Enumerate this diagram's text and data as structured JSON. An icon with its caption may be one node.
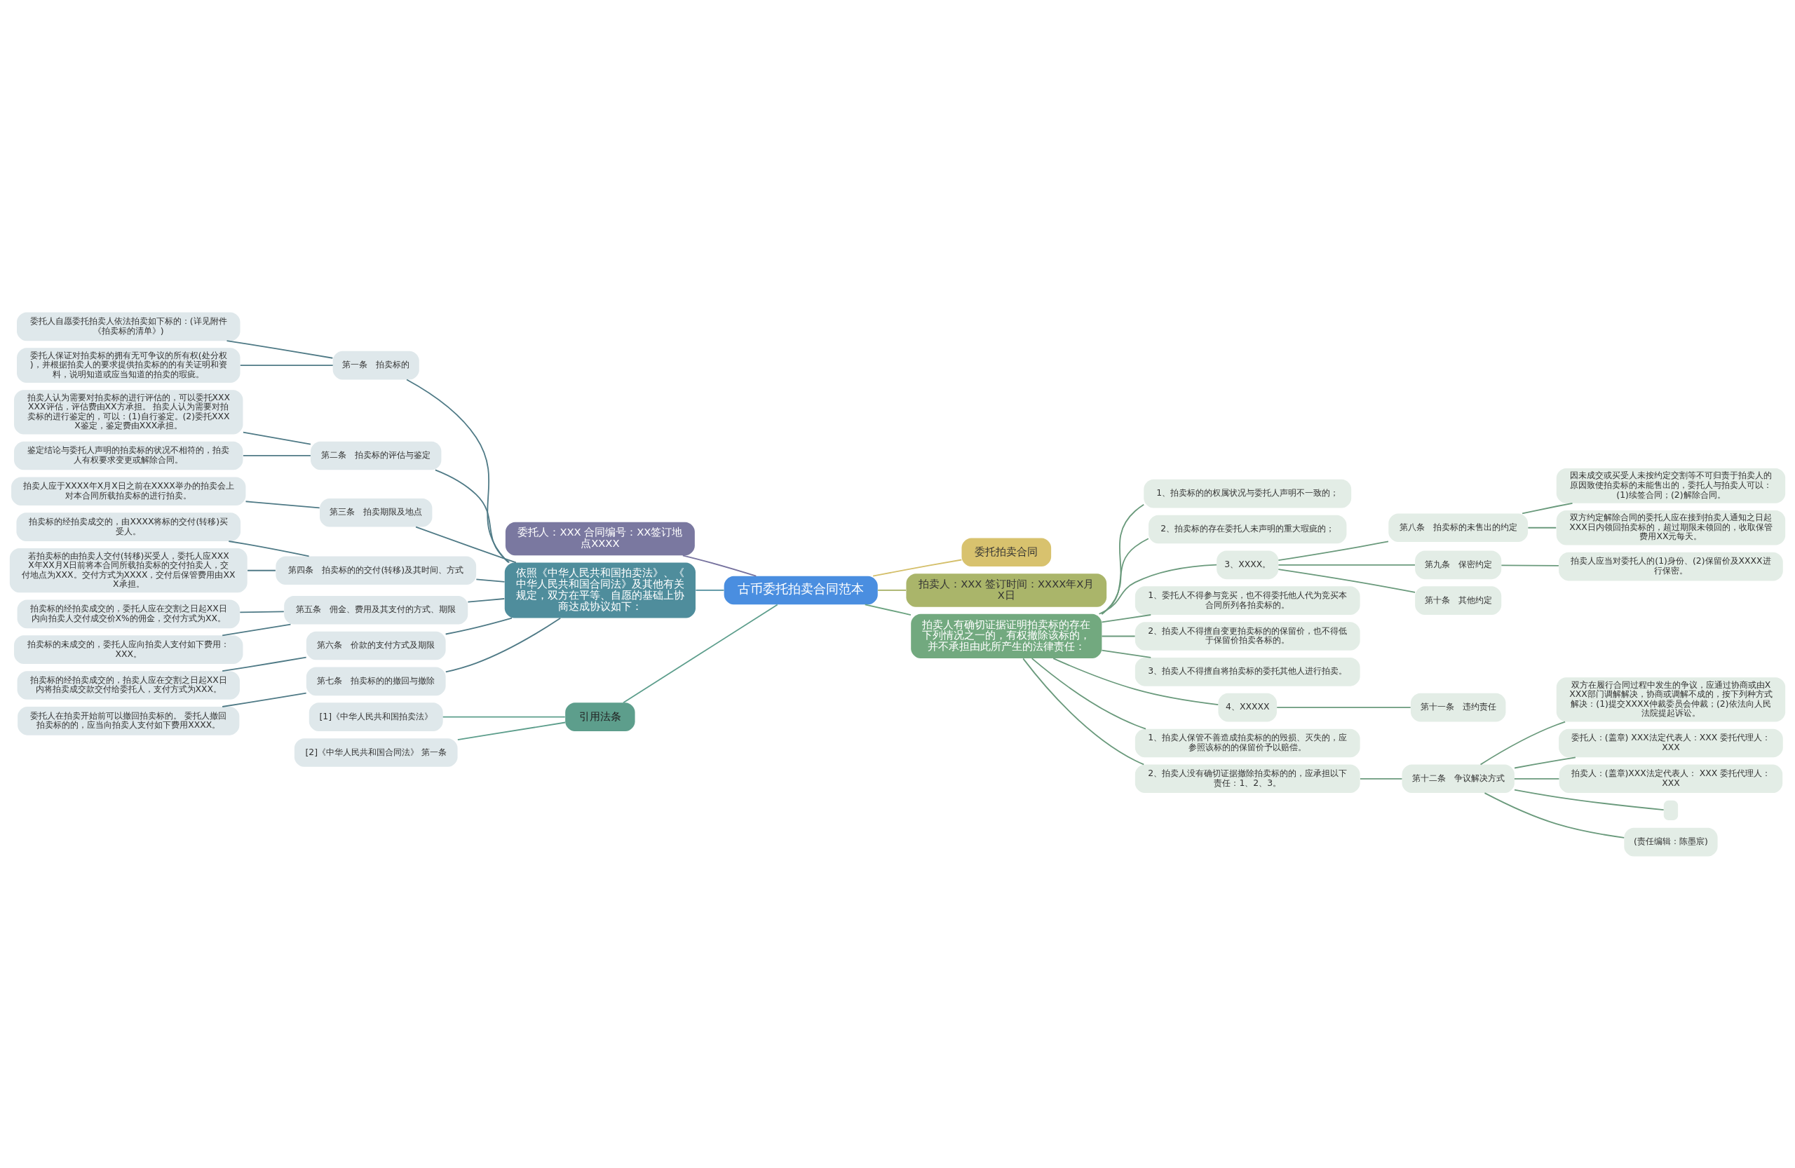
{
  "diagram": {
    "nodes": [
      {
        "text": [
          "古币委托拍卖合同范本"
        ]
      },
      {
        "text": [
          "委托人：XXX 合同编号：XX签订地点XXXX"
        ]
      },
      {
        "text": [
          "依照《中华人民共和国拍卖法》、《中华人民共和国合同法》及其他有关规定，双方在平等、自愿的基础上协商达成协议如下："
        ]
      },
      {
        "text": [
          "第一条　拍卖标的"
        ]
      },
      {
        "text": [
          "委托人自愿委托拍卖人依法拍卖如下标的：(详见附件《拍卖标的清单》)"
        ]
      },
      {
        "text": [
          "委托人保证对拍卖标的拥有无可争议的所有权(处分权)，并根据拍卖人的要求提供拍卖标的的有关证明和资料，说明知道或应当知道的拍卖的瑕疵。"
        ]
      },
      {
        "text": [
          "第二条　拍卖标的评估与鉴定"
        ]
      },
      {
        "text": [
          "拍卖人认为需要对拍卖标的进行评估的，可以委托XXXXXX评估，评估费由XX方承担。 拍卖人认为需要对拍卖标的进行鉴定的，可以：(1)自行鉴定。(2)委托XXXX鉴定，鉴定费由XXX承担。"
        ]
      },
      {
        "text": [
          "鉴定结论与委托人声明的拍卖标的状况不相符的，拍卖人有权要求变更或解除合同。"
        ]
      },
      {
        "text": [
          "第三条　拍卖期限及地点"
        ]
      },
      {
        "text": [
          "拍卖人应于XXXX年X月X日之前在XXXX举办的拍卖会上对本合同所载拍卖标的进行拍卖。"
        ]
      },
      {
        "text": [
          "第四条　拍卖标的的交付(转移)及其时间、方式"
        ]
      },
      {
        "text": [
          "拍卖标的经拍卖成交的，由XXXX将标的交付(转移)买受人。"
        ]
      },
      {
        "text": [
          "若拍卖标的由拍卖人交付(转移)买受人，委托人应XXXX年XX月X日前将本合同所载拍卖标的交付拍卖人，交付地点为XXX。交付方式为XXXX，交付后保管费用由XXX承担。"
        ]
      },
      {
        "text": [
          "第五条　佣金、费用及其支付的方式、期限"
        ]
      },
      {
        "text": [
          "拍卖标的经拍卖成交的，委托人应在交割之日起XX日内向拍卖人交付成交价X%的佣金，交付方式为XX。"
        ]
      },
      {
        "text": [
          "拍卖标的未成交的，委托人应向拍卖人支付如下费用：XXX。"
        ]
      },
      {
        "text": [
          "第六条　价款的支付方式及期限"
        ]
      },
      {
        "text": [
          "拍卖标的经拍卖成交的，拍卖人应在交割之日起XX日内将拍卖成交款交付给委托人，支付方式为XXX。"
        ]
      },
      {
        "text": [
          "第七条　拍卖标的的撤回与撤除"
        ]
      },
      {
        "text": [
          "委托人在拍卖开始前可以撤回拍卖标的。 委托人撤回拍卖标的的，应当向拍卖人支付如下费用XXXX。"
        ]
      },
      {
        "text": [
          "引用法条"
        ]
      },
      {
        "text": [
          "[1]《中华人民共和国拍卖法》"
        ]
      },
      {
        "text": [
          "[2]《中华人民共和国合同法》 第一条"
        ]
      },
      {
        "text": [
          "委托拍卖合同"
        ]
      },
      {
        "text": [
          "拍卖人：XXX 签订时间：XXXX年X月X日"
        ]
      },
      {
        "text": [
          "拍卖人有确切证据证明拍卖标的存在下列情况之一的，有权撤除该标的，并不承担由此所产生的法律责任："
        ]
      },
      {
        "text": [
          "1、拍卖标的的权属状况与委托人声明不一致的；"
        ]
      },
      {
        "text": [
          "2、拍卖标的存在委托人未声明的重大瑕疵的；"
        ]
      },
      {
        "text": [
          "3、XXXX。"
        ]
      },
      {
        "text": [
          "第八条　拍卖标的未售出的约定"
        ]
      },
      {
        "text": [
          "因未成交或买受人未按约定交割等不可归责于拍卖人的原因致使拍卖标的未能售出的，委托人与拍卖人可以：(1)续签合同；(2)解除合同。"
        ]
      },
      {
        "text": [
          "双方约定解除合同的委托人应在接到拍卖人通知之日起XXX日内领回拍卖标的，超过期限未领回的，收取保管费用XX元每天。"
        ]
      },
      {
        "text": [
          "第九条　保密约定"
        ]
      },
      {
        "text": [
          "拍卖人应当对委托人的(1)身份、(2)保留价及XXXX进行保密。"
        ]
      },
      {
        "text": [
          "第十条　其他约定"
        ]
      },
      {
        "text": [
          "1、委托人不得参与竞买，也不得委托他人代为竞买本合同所列各拍卖标的。"
        ]
      },
      {
        "text": [
          "2、拍卖人不得擅自变更拍卖标的的保留价，也不得低于保留价拍卖各标的。"
        ]
      },
      {
        "text": [
          "3、拍卖人不得擅自将拍卖标的委托其他人进行拍卖。"
        ]
      },
      {
        "text": [
          "4、XXXXX"
        ]
      },
      {
        "text": [
          "第十一条　违约责任"
        ]
      },
      {
        "text": [
          "1、拍卖人保管不善造成拍卖标的的毁损、灭失的，应参照该标的的保留价予以赔偿。"
        ]
      },
      {
        "text": [
          "2、拍卖人没有确切证据撤除拍卖标的的，应承担以下责任：1、2、3。"
        ]
      },
      {
        "text": [
          "第十二条　争议解决方式"
        ]
      },
      {
        "text": [
          "双方在履行合同过程中发生的争议，应通过协商或由XXXX部门调解解决，协商或调解不成的，按下列种方式解决：(1)提交XXXX仲裁委员会仲裁；(2)依法向人民法院提起诉讼。"
        ]
      },
      {
        "text": [
          "委托人：(盖章) XXX法定代表人：XXX 委托代理人：XXX"
        ]
      },
      {
        "text": [
          "拍卖人：(盖章)XXX法定代表人： XXX 委托代理人：XXX"
        ]
      },
      {
        "text": [],
        "shape": "box"
      },
      {
        "text": [
          "(责任编辑：陈墨宸)"
        ]
      }
    ],
    "edges": [
      {
        "from": 0,
        "to": 1,
        "arrow": "none",
        "color": "#77739f"
      },
      {
        "from": 0,
        "to": 2,
        "arrow": "none",
        "color": "#4f8d9c"
      },
      {
        "from": 2,
        "to": 3,
        "arrow": "none",
        "color": "#4f7a86"
      },
      {
        "from": 3,
        "to": 4,
        "arrow": "none",
        "color": "#4f7a86"
      },
      {
        "from": 3,
        "to": 5,
        "arrow": "none",
        "color": "#4f7a86"
      },
      {
        "from": 2,
        "to": 6,
        "arrow": "none",
        "color": "#4f7a86"
      },
      {
        "from": 6,
        "to": 7,
        "arrow": "none",
        "color": "#4f7a86"
      },
      {
        "from": 6,
        "to": 8,
        "arrow": "none",
        "color": "#4f7a86"
      },
      {
        "from": 2,
        "to": 9,
        "arrow": "none",
        "color": "#4f7a86"
      },
      {
        "from": 9,
        "to": 10,
        "arrow": "none",
        "color": "#4f7a86"
      },
      {
        "from": 2,
        "to": 11,
        "arrow": "none",
        "color": "#4f7a86"
      },
      {
        "from": 11,
        "to": 12,
        "arrow": "none",
        "color": "#4f7a86"
      },
      {
        "from": 11,
        "to": 13,
        "arrow": "none",
        "color": "#4f7a86"
      },
      {
        "from": 2,
        "to": 14,
        "arrow": "none",
        "color": "#4f7a86"
      },
      {
        "from": 14,
        "to": 15,
        "arrow": "none",
        "color": "#4f7a86"
      },
      {
        "from": 14,
        "to": 16,
        "arrow": "none",
        "color": "#4f7a86"
      },
      {
        "from": 2,
        "to": 17,
        "arrow": "none",
        "color": "#4f7a86"
      },
      {
        "from": 17,
        "to": 18,
        "arrow": "none",
        "color": "#4f7a86"
      },
      {
        "from": 2,
        "to": 19,
        "arrow": "none",
        "color": "#4f7a86"
      },
      {
        "from": 19,
        "to": 20,
        "arrow": "none",
        "color": "#4f7a86"
      },
      {
        "from": 0,
        "to": 21,
        "arrow": "none",
        "color": "#5d9e8c"
      },
      {
        "from": 21,
        "to": 22,
        "arrow": "none",
        "color": "#5d9e8c"
      },
      {
        "from": 21,
        "to": 23,
        "arrow": "none",
        "color": "#5d9e8c"
      },
      {
        "from": 0,
        "to": 24,
        "arrow": "none",
        "color": "#d4bf6a"
      },
      {
        "from": 0,
        "to": 25,
        "arrow": "none",
        "color": "#a3ae62"
      },
      {
        "from": 0,
        "to": 26,
        "arrow": "none",
        "color": "#6aa27f"
      },
      {
        "from": 26,
        "to": 27,
        "arrow": "none",
        "color": "#6a9a7c"
      },
      {
        "from": 26,
        "to": 28,
        "arrow": "none",
        "color": "#6a9a7c"
      },
      {
        "from": 26,
        "to": 29,
        "arrow": "none",
        "color": "#6a9a7c"
      },
      {
        "from": 29,
        "to": 30,
        "arrow": "none",
        "color": "#6a9a7c"
      },
      {
        "from": 30,
        "to": 31,
        "arrow": "none",
        "color": "#6a9a7c"
      },
      {
        "from": 30,
        "to": 32,
        "arrow": "none",
        "color": "#6a9a7c"
      },
      {
        "from": 29,
        "to": 33,
        "arrow": "none",
        "color": "#6a9a7c"
      },
      {
        "from": 33,
        "to": 34,
        "arrow": "none",
        "color": "#6a9a7c"
      },
      {
        "from": 29,
        "to": 35,
        "arrow": "none",
        "color": "#6a9a7c"
      },
      {
        "from": 26,
        "to": 36,
        "arrow": "none",
        "color": "#6a9a7c"
      },
      {
        "from": 26,
        "to": 37,
        "arrow": "none",
        "color": "#6a9a7c"
      },
      {
        "from": 26,
        "to": 38,
        "arrow": "none",
        "color": "#6a9a7c"
      },
      {
        "from": 26,
        "to": 39,
        "arrow": "none",
        "color": "#6a9a7c"
      },
      {
        "from": 39,
        "to": 40,
        "arrow": "none",
        "color": "#6a9a7c"
      },
      {
        "from": 26,
        "to": 41,
        "arrow": "none",
        "color": "#6a9a7c"
      },
      {
        "from": 26,
        "to": 42,
        "arrow": "none",
        "color": "#6a9a7c"
      },
      {
        "from": 42,
        "to": 43,
        "arrow": "none",
        "color": "#6a9a7c"
      },
      {
        "from": 43,
        "to": 44,
        "arrow": "none",
        "color": "#6a9a7c"
      },
      {
        "from": 43,
        "to": 45,
        "arrow": "none",
        "color": "#6a9a7c"
      },
      {
        "from": 43,
        "to": 46,
        "arrow": "none",
        "color": "#6a9a7c"
      },
      {
        "from": 43,
        "to": 47,
        "arrow": "none",
        "color": "#6a9a7c"
      },
      {
        "from": 43,
        "to": 48,
        "arrow": "none",
        "color": "#6a9a7c"
      }
    ]
  }
}
